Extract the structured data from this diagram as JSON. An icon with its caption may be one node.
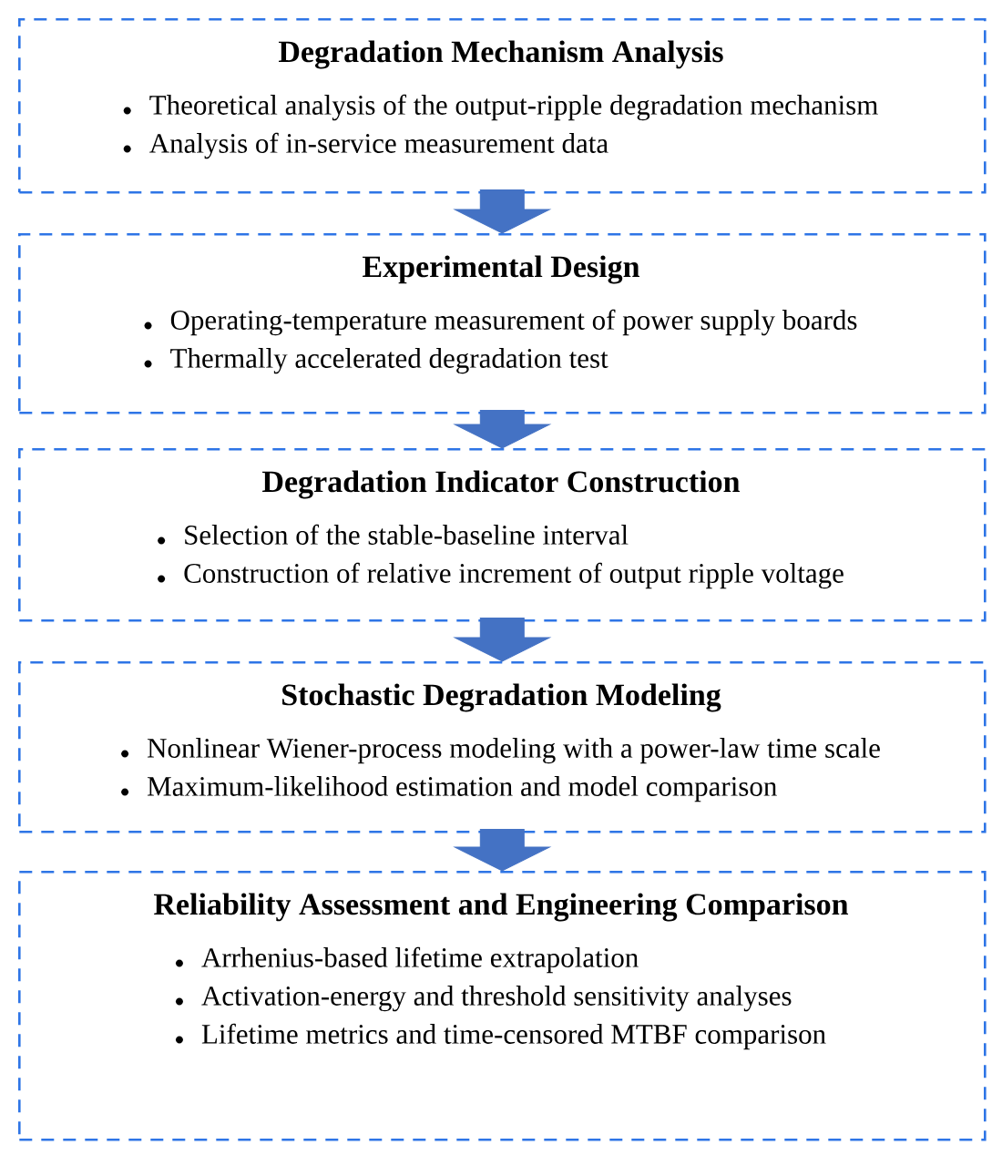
{
  "diagram": {
    "nodes": [
      {
        "text": [
          "Degradation Mechanism Analysis",
          "Theoretical analysis of the output-ripple degradation mechanism",
          "Analysis of in-service measurement data"
        ]
      },
      {
        "text": [
          "Experimental Design",
          "Operating-temperature measurement of power supply boards",
          "Thermally accelerated degradation test"
        ]
      },
      {
        "text": [
          "Degradation Indicator Construction",
          "Selection of the stable-baseline interval",
          "Construction of relative increment of output ripple voltage"
        ]
      },
      {
        "text": [
          "Stochastic Degradation Modeling",
          "Nonlinear Wiener-process modeling with a power-law time scale",
          "Maximum-likelihood estimation and model comparison"
        ]
      },
      {
        "text": [
          "Reliability Assessment and Engineering Comparison",
          "Arrhenius-based lifetime extrapolation",
          "Activation-energy and threshold sensitivity analyses",
          "Lifetime metrics and time-censored MTBF comparison"
        ]
      }
    ],
    "edges": [
      {
        "from": 0,
        "to": 1,
        "arrow": "to"
      },
      {
        "from": 1,
        "to": 2,
        "arrow": "to"
      },
      {
        "from": 2,
        "to": 3,
        "arrow": "to"
      },
      {
        "from": 3,
        "to": 4,
        "arrow": "to"
      }
    ]
  }
}
